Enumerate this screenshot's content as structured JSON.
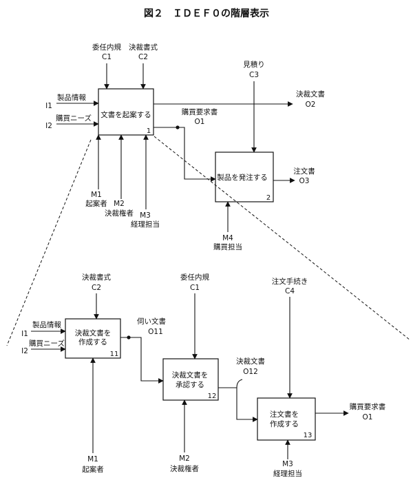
{
  "title": "図２　ＩＤＥＦ０の階層表示",
  "top": {
    "a1": {
      "label": "文書を起案する",
      "num": "1"
    },
    "a2": {
      "label": "製品を発注する",
      "num": "2"
    },
    "c1": {
      "name": "委任内規",
      "code": "C1"
    },
    "c2": {
      "name": "決裁書式",
      "code": "C2"
    },
    "c3": {
      "name": "見積り",
      "code": "C3"
    },
    "i1": {
      "name": "製品情報",
      "code": "I1"
    },
    "i2": {
      "name": "購買ニーズ",
      "code": "I2"
    },
    "o1": {
      "name": "購買要求書",
      "code": "O1"
    },
    "o2": {
      "name": "決裁文書",
      "code": "O2"
    },
    "o3": {
      "name": "注文書",
      "code": "O3"
    },
    "m1": {
      "name": "起案者",
      "code": "M1"
    },
    "m2": {
      "name": "決裁権者",
      "code": "M2"
    },
    "m3": {
      "name": "経理担当",
      "code": "M3"
    },
    "m4": {
      "name": "購買担当",
      "code": "M4"
    }
  },
  "bottom": {
    "a11": {
      "line1": "決裁文書を",
      "line2": "作成する",
      "num": "11"
    },
    "a12": {
      "line1": "決裁文書を",
      "line2": "承認する",
      "num": "12"
    },
    "a13": {
      "line1": "注文書を",
      "line2": "作成する",
      "num": "13"
    },
    "c2": {
      "name": "決裁書式",
      "code": "C2"
    },
    "c1": {
      "name": "委任内規",
      "code": "C1"
    },
    "c4": {
      "name": "注文手続き",
      "code": "C4"
    },
    "i1": {
      "name": "製品情報",
      "code": "I1"
    },
    "i2": {
      "name": "購買ニーズ",
      "code": "I2"
    },
    "o11": {
      "name": "伺い文書",
      "code": "O11"
    },
    "o12": {
      "name": "決裁文書",
      "code": "O12"
    },
    "o1": {
      "name": "購買要求書",
      "code": "O1"
    },
    "m1": {
      "name": "起案者",
      "code": "M1"
    },
    "m2": {
      "name": "決裁権者",
      "code": "M2"
    },
    "m3": {
      "name": "経理担当",
      "code": "M3"
    }
  }
}
